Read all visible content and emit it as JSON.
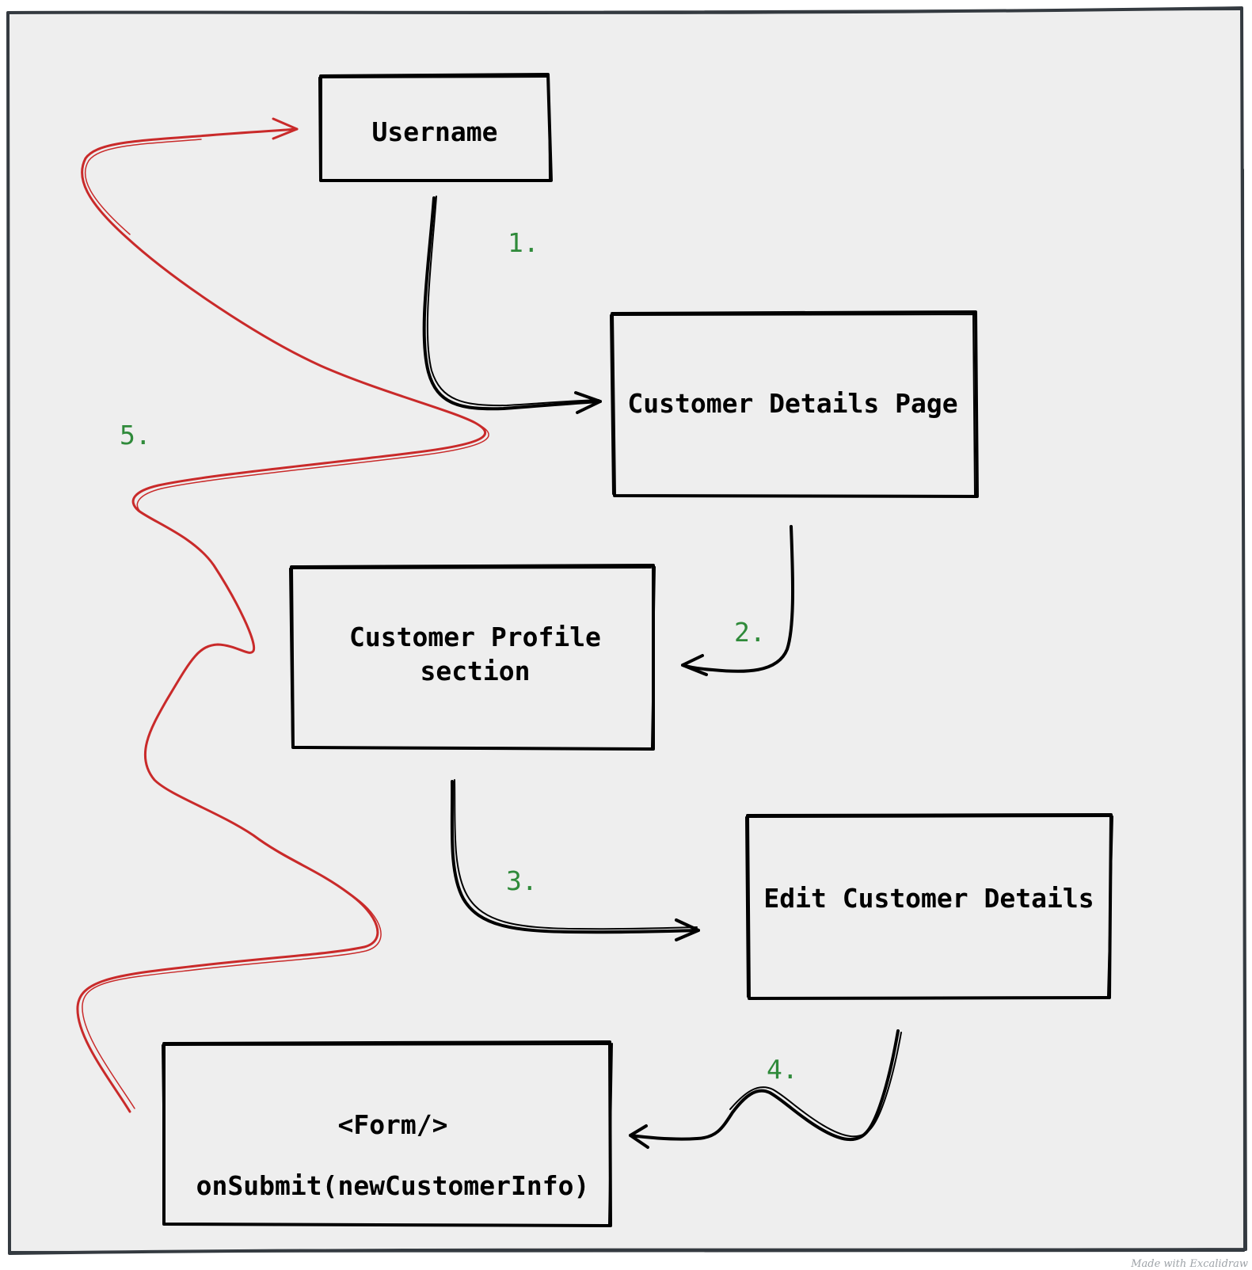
{
  "colors": {
    "canvas_background": "#eeeeee",
    "frame_stroke": "#343a40",
    "box_stroke": "#000000",
    "step_label": "#2f8a3a",
    "return_arrow": "#c92a2a",
    "watermark": "#9ea3a8"
  },
  "nodes": {
    "username": {
      "label": "Username"
    },
    "customer_details_page": {
      "label": "Customer Details Page"
    },
    "customer_profile_section": {
      "line1": "Customer Profile",
      "line2": "section"
    },
    "edit_customer_details": {
      "label": "Edit Customer Details"
    },
    "form": {
      "line1": "<Form/>",
      "line2": "onSubmit(newCustomerInfo)"
    }
  },
  "steps": {
    "step1": "1.",
    "step2": "2.",
    "step3": "3.",
    "step4": "4.",
    "step5": "5."
  },
  "watermark": "Made with Excalidraw"
}
